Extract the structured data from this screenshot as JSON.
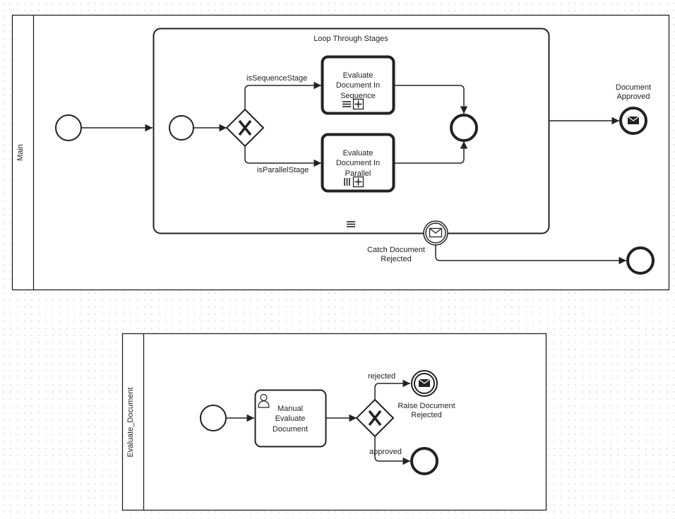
{
  "pools": {
    "main": {
      "label": "Main"
    },
    "evaluate": {
      "label": "Evaluate_Document"
    }
  },
  "main": {
    "subprocess_label": "Loop Through Stages",
    "task_sequence": [
      "Evaluate",
      "Document In",
      "Sequence"
    ],
    "task_parallel": [
      "Evaluate",
      "Document In",
      "Parallel"
    ],
    "flow_sequence_label": "isSequenceStage",
    "flow_parallel_label": "isParallelStage",
    "end_approved": [
      "Document",
      "Approved"
    ],
    "boundary_rejected": [
      "Catch Document",
      "Rejected"
    ]
  },
  "evaluate": {
    "task_manual": [
      "Manual",
      "Evaluate",
      "Document"
    ],
    "flow_rejected_label": "rejected",
    "flow_approved_label": "approved",
    "end_rejected": [
      "Raise Document",
      "Rejected"
    ]
  },
  "icons": {
    "gateway": "exclusive-gateway-x-icon",
    "message": "envelope-icon",
    "subprocess_marker": "collapsed-subprocess-plus-icon",
    "sequential_marker": "sequential-multi-instance-icon",
    "parallel_marker": "parallel-multi-instance-icon",
    "user_task": "user-icon"
  },
  "colors": {
    "stroke": "#222222",
    "fill": "#ffffff"
  }
}
